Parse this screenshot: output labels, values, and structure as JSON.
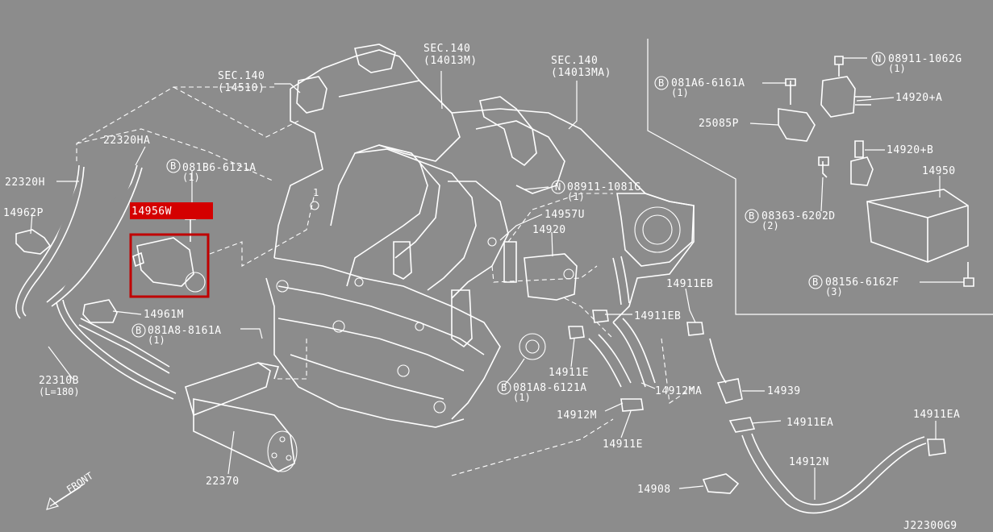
{
  "diagram": {
    "drawing_number": "J22300G9",
    "front_label": "FRONT",
    "highlighted_part": "14956W",
    "callouts": {
      "sec140_14510": {
        "title": "SEC.140",
        "ref": "(14510)"
      },
      "sec140_14013m": {
        "title": "SEC.140",
        "ref": "(14013M)"
      },
      "sec140_14013ma": {
        "title": "SEC.140",
        "ref": "(14013MA)"
      },
      "p22320ha": "22320HA",
      "p22320h": "22320H",
      "p14962p": "14962P",
      "bolt_081b6": {
        "code": "081B6-6121A",
        "qty": "(1)",
        "badge": "B"
      },
      "p14961m": "14961M",
      "bolt_081a8_8161": {
        "code": "081A8-8161A",
        "qty": "(1)",
        "badge": "B"
      },
      "p22310b": {
        "code": "22310B",
        "note": "(L=180)"
      },
      "p22370": "22370",
      "nut_08911_1081": {
        "code": "08911-1081G",
        "qty": "(1)",
        "badge": "N"
      },
      "p14957u": "14957U",
      "p14920": "14920",
      "p14911eb_a": "14911EB",
      "p14911eb_b": "14911EB",
      "p14911e_a": "14911E",
      "p14911e_b": "14911E",
      "bolt_081a8_6121": {
        "code": "081A8-6121A",
        "qty": "(1)",
        "badge": "B"
      },
      "p14912m": "14912M",
      "p14912ma": "14912MA",
      "p14939": "14939",
      "p14911ea_a": "14911EA",
      "p14911ea_b": "14911EA",
      "p14912n": "14912N",
      "p14908": "14908",
      "nut_08911_1062": {
        "code": "08911-1062G",
        "qty": "(1)",
        "badge": "N"
      },
      "bolt_081a6": {
        "code": "081A6-6161A",
        "qty": "(1)",
        "badge": "B"
      },
      "p14920a": "14920+A",
      "p25085p": "25085P",
      "p14920b": "14920+B",
      "p14950": "14950",
      "bolt_08363": {
        "code": "08363-6202D",
        "qty": "(2)",
        "badge": "B"
      },
      "bolt_08156": {
        "code": "08156-6162F",
        "qty": "(3)",
        "badge": "B"
      },
      "ref_1": "1"
    }
  }
}
